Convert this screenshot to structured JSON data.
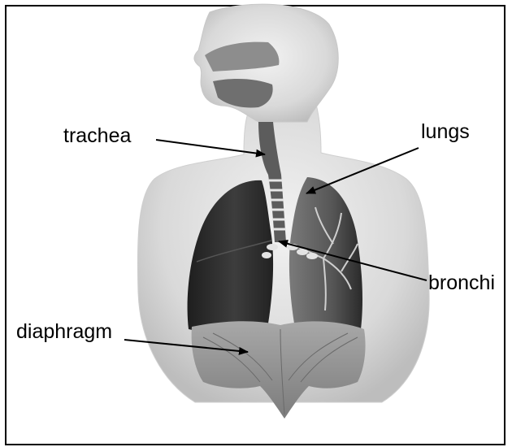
{
  "labels": {
    "trachea": "trachea",
    "lungs": "lungs",
    "bronchi": "bronchi",
    "diaphragm": "diaphragm"
  },
  "colors": {
    "label_text": "#000000",
    "arrow": "#000000",
    "frame": "#000000",
    "body_fill": "#d8d8d8",
    "lung_dark": "#2c2c2c",
    "lung_light": "#6e6e6e",
    "diaphragm": "#9a9a9a"
  }
}
